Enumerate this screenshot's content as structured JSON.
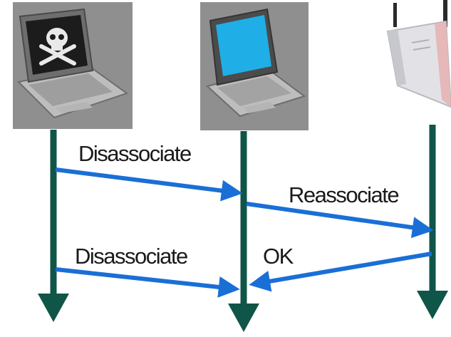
{
  "devices": [
    {
      "role": "attacker-laptop",
      "icon": "pirate-laptop-icon",
      "screen_color": "#1c1c1c"
    },
    {
      "role": "victim-laptop",
      "icon": "laptop-icon",
      "screen_color": "#1faee6"
    },
    {
      "role": "access-point",
      "icon": "access-point-icon"
    }
  ],
  "messages": [
    {
      "label": "Disassociate",
      "from": "attacker-laptop",
      "to": "victim-laptop"
    },
    {
      "label": "Reassociate",
      "from": "victim-laptop",
      "to": "access-point"
    },
    {
      "label": "Disassociate",
      "from": "attacker-laptop",
      "to": "victim-laptop"
    },
    {
      "label": "OK",
      "from": "access-point",
      "to": "victim-laptop"
    }
  ],
  "colors": {
    "lifeline": "#0f5548",
    "message_arrow": "#1a6fd6",
    "device_background": "#8f8f8f"
  }
}
